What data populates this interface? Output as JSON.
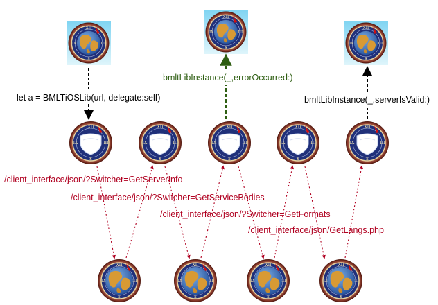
{
  "colors": {
    "call_black": "#000000",
    "error_green": "#2e5e12",
    "request_red": "#b00020",
    "sky_top": "#7fd4f2",
    "sky_bottom": "#d9f3fb",
    "badge_navy": "#20307a",
    "badge_rim": "#5a1e14",
    "globe_ocean": "#3b6fb8",
    "globe_land": "#d89a34"
  },
  "app_icons": [
    {
      "id": "app-icon-client",
      "icon": "globe-compass-icon"
    },
    {
      "id": "app-icon-error",
      "icon": "globe-compass-icon"
    },
    {
      "id": "app-icon-valid",
      "icon": "globe-compass-icon"
    }
  ],
  "library_badges": [
    "shield-badge-icon",
    "shield-badge-icon",
    "shield-badge-icon",
    "shield-badge-icon",
    "shield-badge-icon"
  ],
  "server_badges": [
    "globe-badge-icon",
    "globe-badge-icon",
    "globe-badge-icon",
    "globe-badge-icon"
  ],
  "labels": {
    "init_call": "let a = BMLTiOSLib(url, delegate:self)",
    "error_callback": "bmltLibInstance(_,errorOccurred:)",
    "valid_callback": "bmltLibInstance(_,serverIsValid:)",
    "req_server_info": "/client_interface/json/?Switcher=GetServerInfo",
    "req_service_bodies": "/client_interface/json/?Switcher=GetServiceBodies",
    "req_formats": "/client_interface/json/?Switcher=GetFormats",
    "req_langs": "/client_interface/json/GetLangs.php"
  }
}
